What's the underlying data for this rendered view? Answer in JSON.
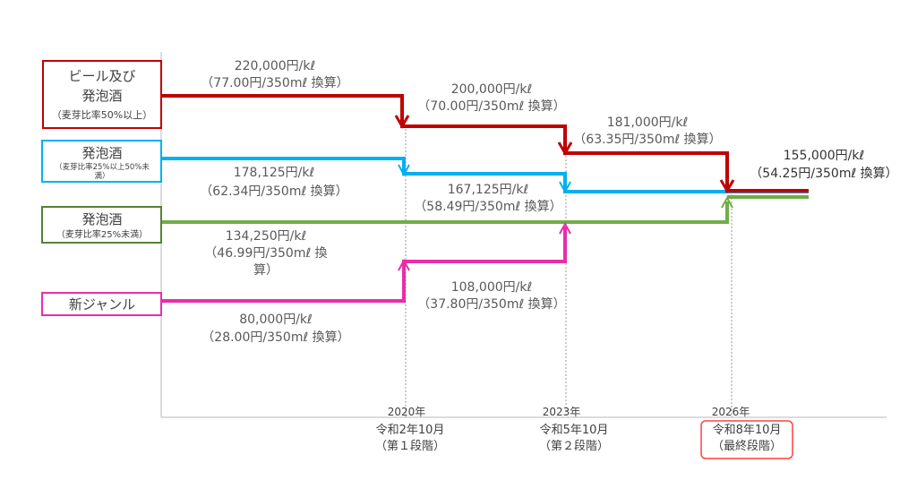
{
  "categories": [
    {
      "line1": "ビール及び",
      "line2": "発泡酒",
      "note": "（麦芽比率50%以上）",
      "color": "#c00000"
    },
    {
      "line1": "発泡酒",
      "note": "（麦芽比率25%以上50%未",
      "note2": "満）",
      "color": "#00b0f0"
    },
    {
      "line1": "発泡酒",
      "note": "（麦芽比率25%未満）",
      "color": "#70ad47"
    },
    {
      "line1": "新ジャンル",
      "color": "#e62fa8"
    }
  ],
  "rates": {
    "beer_0": {
      "price": "220,000円/kℓ",
      "per_can": "（77.00円/350mℓ 換算）"
    },
    "beer_1": {
      "price": "200,000円/kℓ",
      "per_can": "（70.00円/350mℓ 換算）"
    },
    "beer_2": {
      "price": "181,000円/kℓ",
      "per_can": "（63.35円/350mℓ 換算）"
    },
    "final": {
      "price": "155,000円/kℓ",
      "per_can": "（54.25円/350mℓ 換算）"
    },
    "mid_0": {
      "price": "178,125円/kℓ",
      "per_can": "（62.34円/350mℓ 換算）"
    },
    "mid_1": {
      "price": "167,125円/kℓ",
      "per_can": "（58.49円/350mℓ 換算）"
    },
    "low_0": {
      "price": "134,250円/kℓ",
      "per_can": "（46.99円/350mℓ 換",
      "per_can2": "算）"
    },
    "new_0": {
      "price": "80,000円/kℓ",
      "per_can": "（28.00円/350mℓ 換算）"
    },
    "new_1": {
      "price": "108,000円/kℓ",
      "per_can": "（37.80円/350mℓ 換算）"
    }
  },
  "timeline": [
    {
      "year": "2020年",
      "era": "令和2年10月",
      "stage": "（第１段階）"
    },
    {
      "year": "2023年",
      "era": "令和5年10月",
      "stage": "（第２段階）"
    },
    {
      "year": "2026年",
      "era": "令和8年10月",
      "stage": "（最終段階）"
    }
  ],
  "colors": {
    "highlight": "#ff4040"
  }
}
